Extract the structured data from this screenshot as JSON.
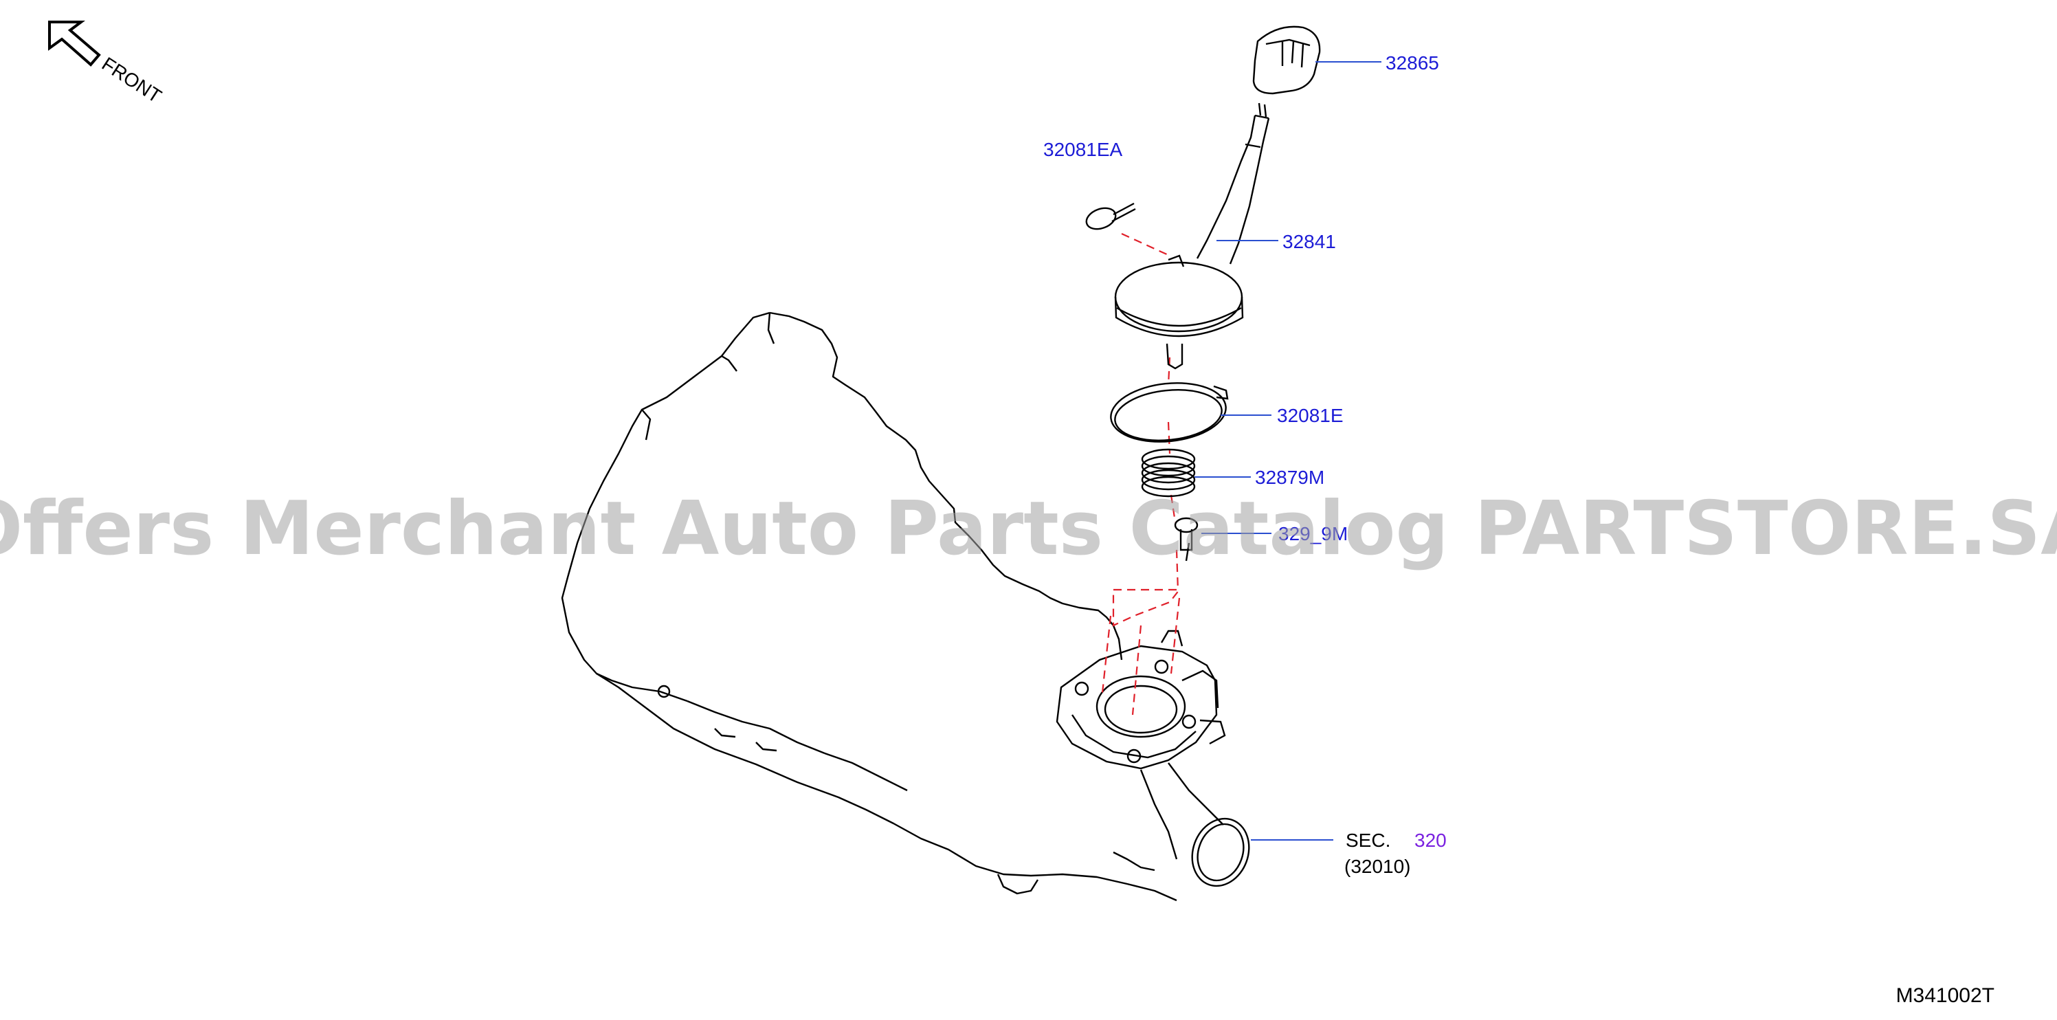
{
  "diagram": {
    "drawing_id": "M341002T",
    "front_label": "FRONT",
    "watermark": "Offers Merchant Auto Parts Catalog PARTSTORE.SA",
    "colors": {
      "link": "#1c1cd6",
      "sec_link": "#7a22e0",
      "leader": "#2a4fd0",
      "dashed": "#e0202a"
    },
    "callouts": [
      {
        "id": "32865",
        "label": "32865"
      },
      {
        "id": "32081EA",
        "label": "32081EA"
      },
      {
        "id": "32841",
        "label": "32841"
      },
      {
        "id": "32081E",
        "label": "32081E"
      },
      {
        "id": "32879M",
        "label": "32879M"
      },
      {
        "id": "329_9M",
        "label": "329_9M"
      }
    ],
    "section_ref": {
      "prefix": "SEC.",
      "number": "320",
      "sub": "(32010)"
    }
  }
}
